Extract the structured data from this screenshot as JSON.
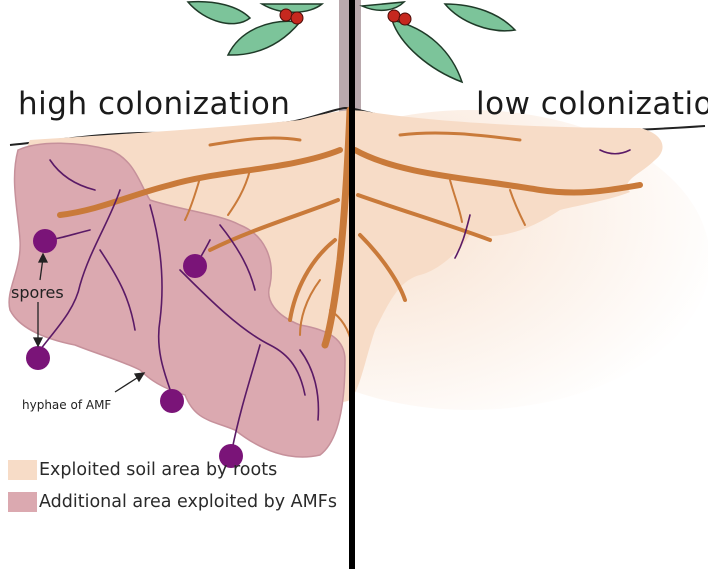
{
  "titles": {
    "left": "high colonization",
    "right": "low colonization"
  },
  "labels": {
    "spores": "spores",
    "hyphae": "hyphae of AMF"
  },
  "legend": [
    {
      "label": "Exploited soil area by roots",
      "color": "#f7dcc7"
    },
    {
      "label": "Additional area exploited by AMFs",
      "color": "#dba9b0"
    }
  ],
  "colors": {
    "soil_area": "#f7dcc7",
    "amf_area": "#dba9b0",
    "root": "#c97a3a",
    "hyphae": "#5a1a66",
    "spore": "#7a1478",
    "divider": "#000000",
    "leaf": "#7cc49a",
    "berry": "#c6281f"
  }
}
